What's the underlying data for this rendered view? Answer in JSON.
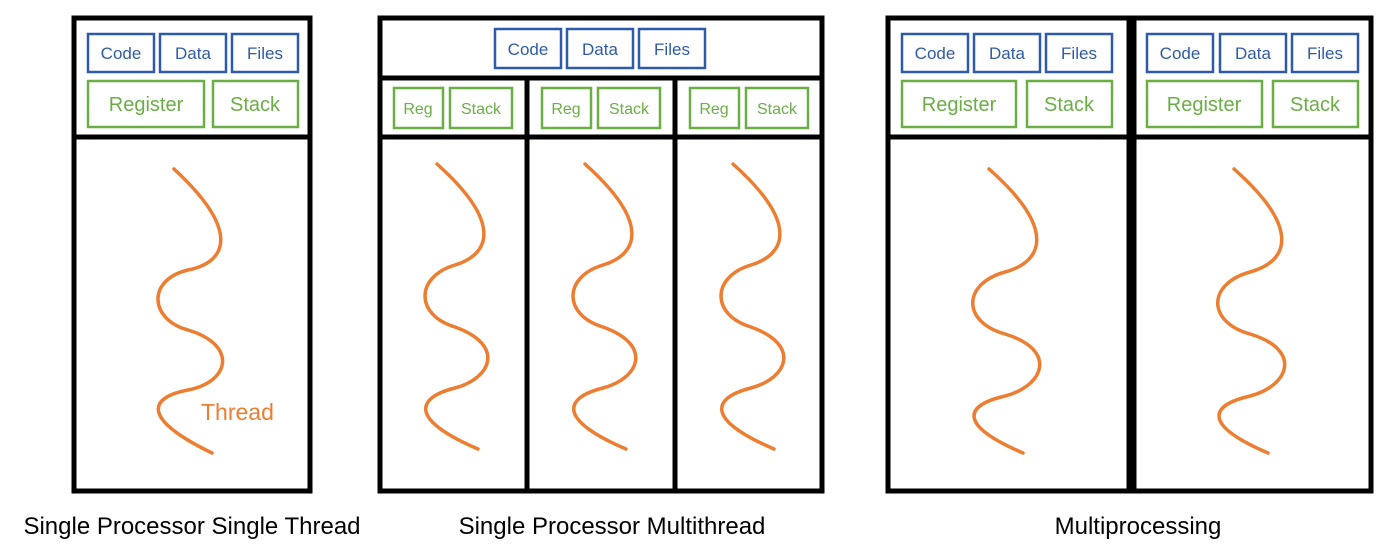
{
  "labels": {
    "code": "Code",
    "data": "Data",
    "files": "Files",
    "register": "Register",
    "stack": "Stack",
    "reg": "Reg",
    "thread": "Thread"
  },
  "captions": {
    "single_thread": "Single Processor Single Thread",
    "multithread": "Single Processor Multithread",
    "multiprocessing": "Multiprocessing"
  },
  "colors": {
    "shared_resources": "#2f5aa8",
    "thread_resources": "#6aae45",
    "thread": "#ed7d31",
    "frame": "#000000"
  }
}
